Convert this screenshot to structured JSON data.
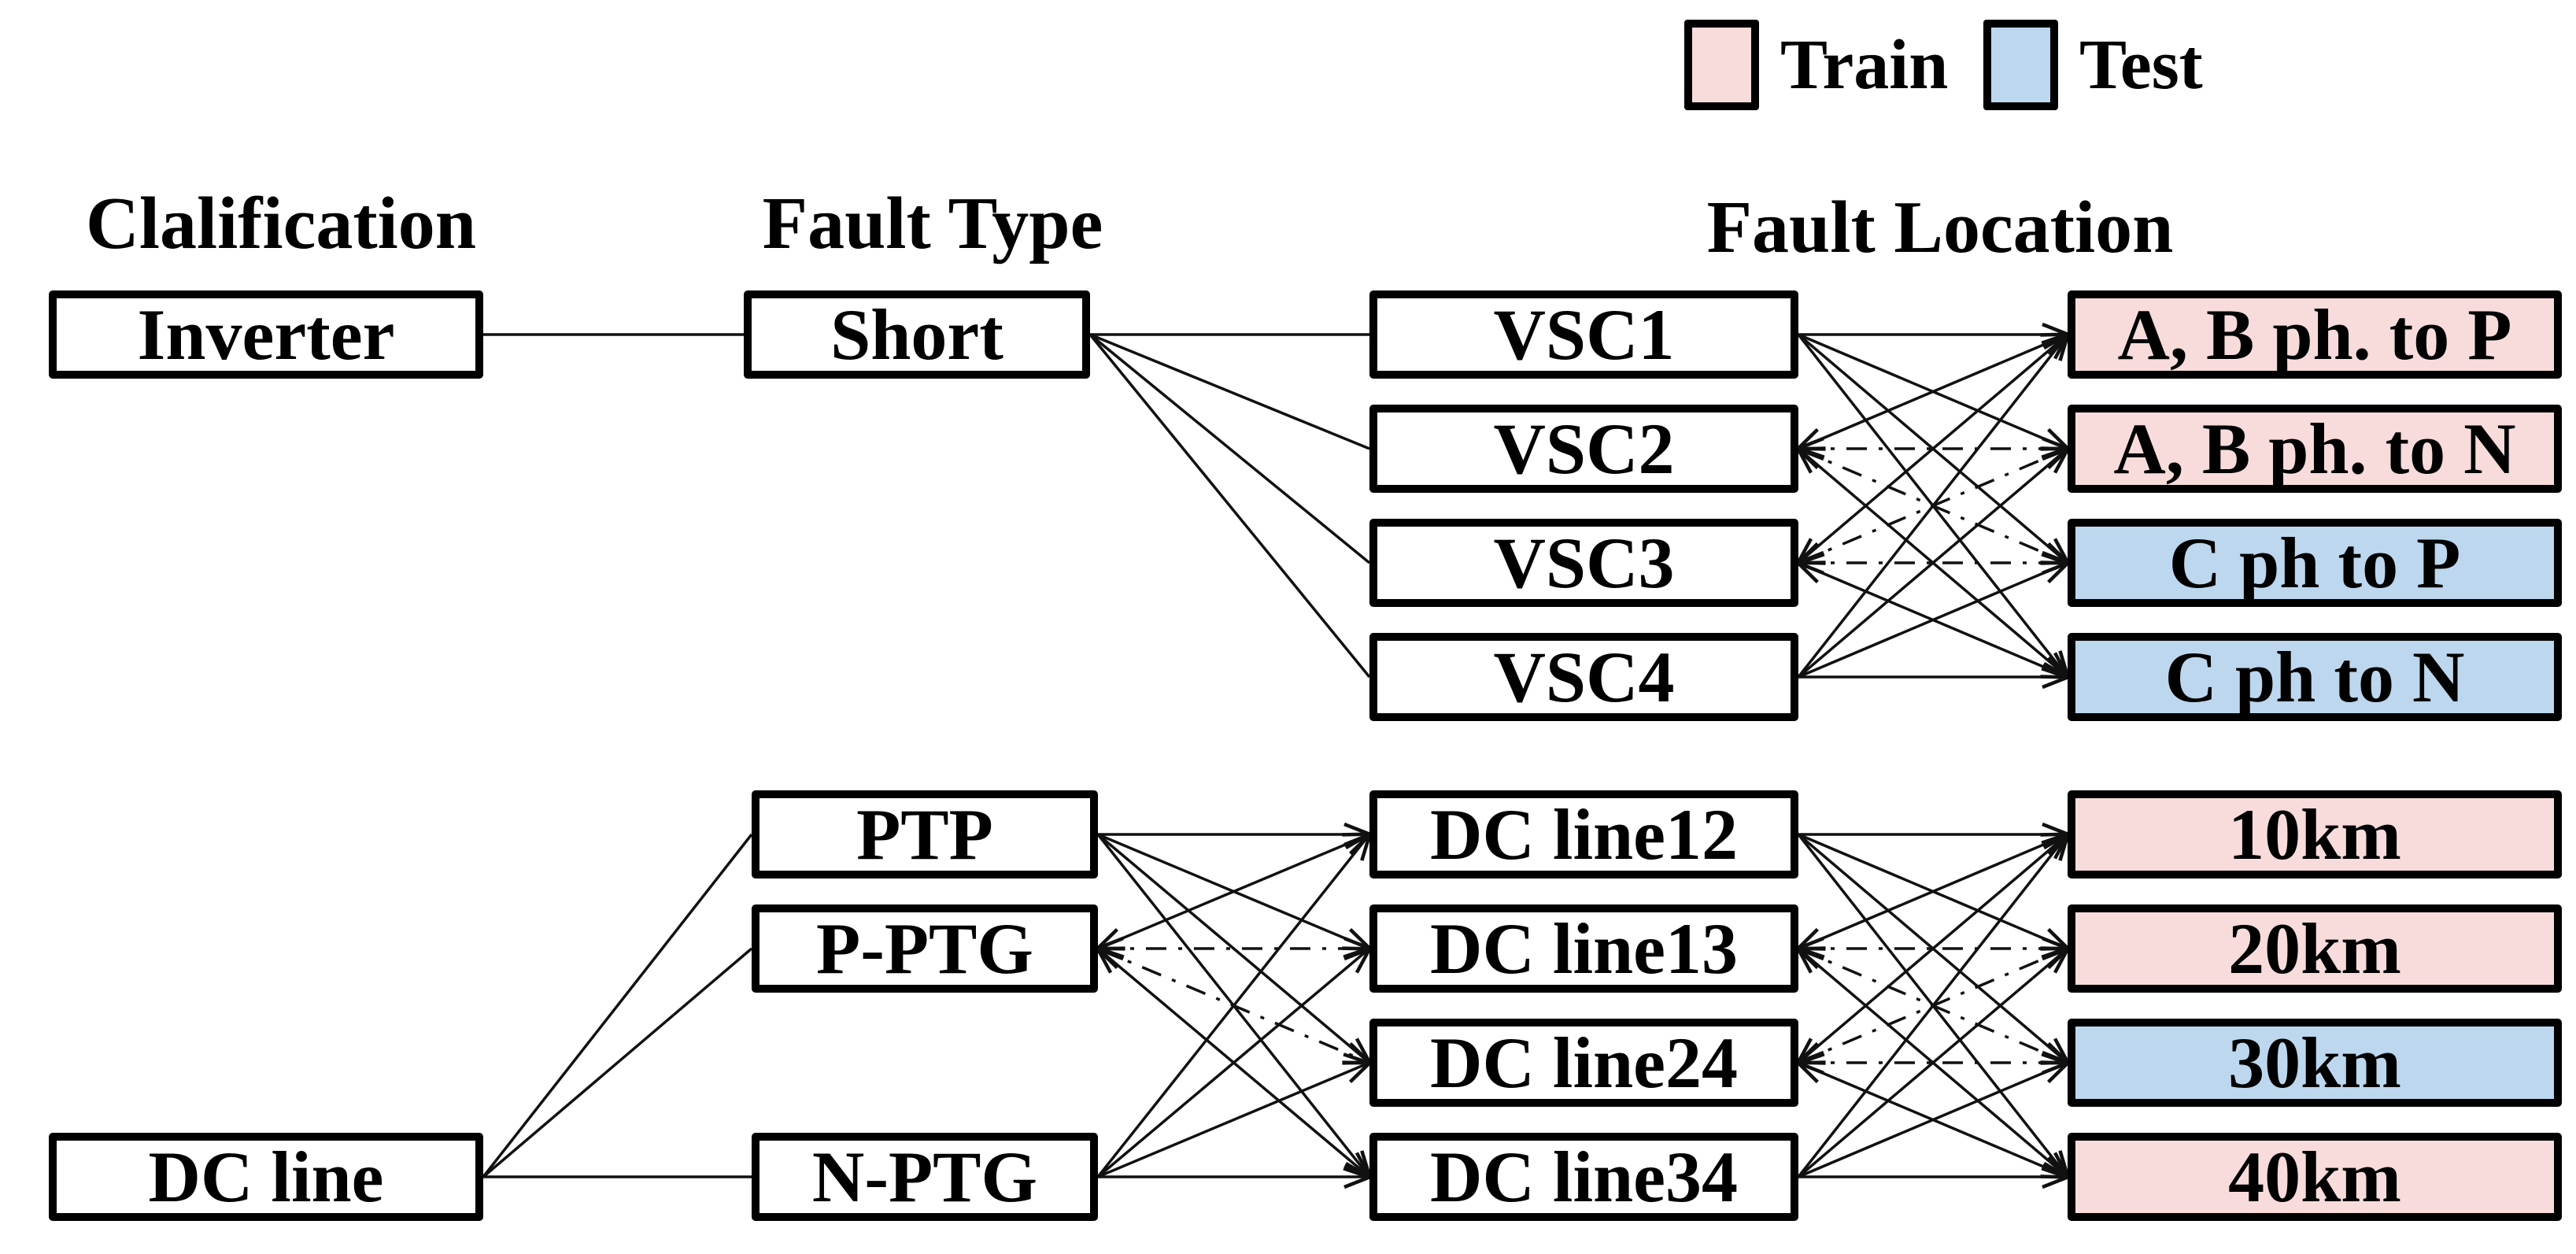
{
  "colors": {
    "train": "#f7dcdb",
    "test": "#bdd7ee",
    "wire": "#111111"
  },
  "legend": [
    {
      "label": "Train",
      "set": "train"
    },
    {
      "label": "Test",
      "set": "test"
    }
  ],
  "headers": {
    "classification": "Clalification",
    "fault_type": "Fault Type",
    "fault_location": "Fault Location"
  },
  "inverter_group": {
    "classification": "Inverter",
    "fault_types": [
      "Short"
    ],
    "converters": [
      "VSC1",
      "VSC2",
      "VSC3",
      "VSC4"
    ],
    "fault_locations": [
      {
        "label": "A, B ph. to P",
        "set": "train"
      },
      {
        "label": "A, B ph. to N",
        "set": "train"
      },
      {
        "label": "C ph to P",
        "set": "test"
      },
      {
        "label": "C ph to N",
        "set": "test"
      }
    ]
  },
  "dc_line_group": {
    "classification": "DC line",
    "fault_types": [
      "PTP",
      "P-PTG",
      "N-PTG"
    ],
    "line_segments": [
      "DC line12",
      "DC line13",
      "DC line24",
      "DC line34"
    ],
    "fault_distances": [
      {
        "label": "10km",
        "set": "train"
      },
      {
        "label": "20km",
        "set": "train"
      },
      {
        "label": "30km",
        "set": "test"
      },
      {
        "label": "40km",
        "set": "train"
      }
    ]
  },
  "edges": [
    {
      "from": "Inverter",
      "to": "Short"
    },
    {
      "from": "Short",
      "to": "VSC1, VSC2, VSC3, VSC4"
    },
    {
      "from": "VSC1-VSC4",
      "to": "A, B ph. to P / A, B ph. to N / C ph to P / C ph to N",
      "style": "all-to-all, arrowed"
    },
    {
      "from": "DC line",
      "to": "PTP, P-PTG, N-PTG"
    },
    {
      "from": "PTP, P-PTG, N-PTG",
      "to": "DC line12, DC line13, DC line24, DC line34",
      "style": "all-to-all, arrowed"
    },
    {
      "from": "DC line12-DC line34",
      "to": "10km, 20km, 30km, 40km",
      "style": "all-to-all, arrowed"
    }
  ]
}
